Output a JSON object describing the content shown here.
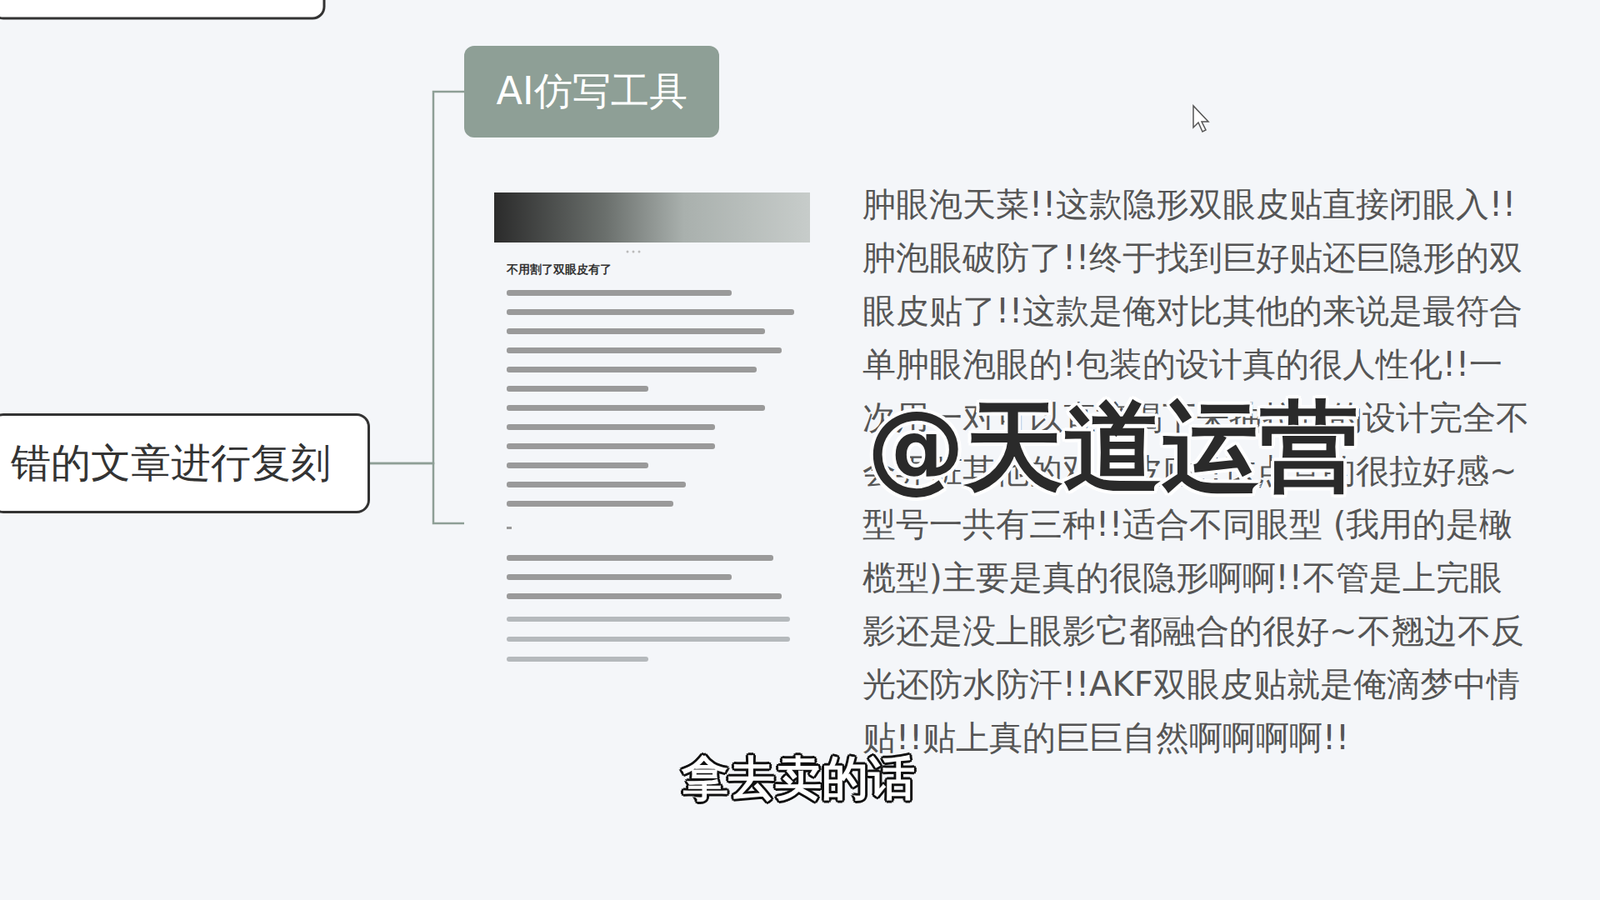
{
  "diagram": {
    "nodes": [
      {
        "text": [
          "AI仿写工具"
        ]
      },
      {
        "text": [
          "不用割了双眼皮有了"
        ]
      },
      {
        "text": [
          "错的文章进行复刻"
        ]
      }
    ],
    "edges": [
      {
        "from": 2,
        "to": 0,
        "arrow": "none"
      },
      {
        "from": 2,
        "to": 1,
        "arrow": "none"
      }
    ],
    "labels": [
      "肿眼泡天菜!!这款隐形双眼皮贴直接闭眼入!!肿泡眼破防了!!终于找到巨好贴还巨隐形的双眼皮贴了!!这款是俺对比其他的来说是最符合单肿眼泡眼的!包装的设计真的很人性化!!一次用一对可以直接揭下来抽拉式的设计完全不会弄脏其他的双眼皮贴!!这点真的很拉好感~型号一共有三种!!适合不同眼型 (我用的是橄榄型)主要是真的很隐形啊啊!!不管是上完眼影还是没上眼影它都融合的很好~不翘边不反光还防水防汗!!AKF双眼皮贴就是俺滴梦中情贴!!贴上真的巨巨自然啊啊啊啊!!",
      "@天道运营",
      "拿去卖的话"
    ]
  }
}
